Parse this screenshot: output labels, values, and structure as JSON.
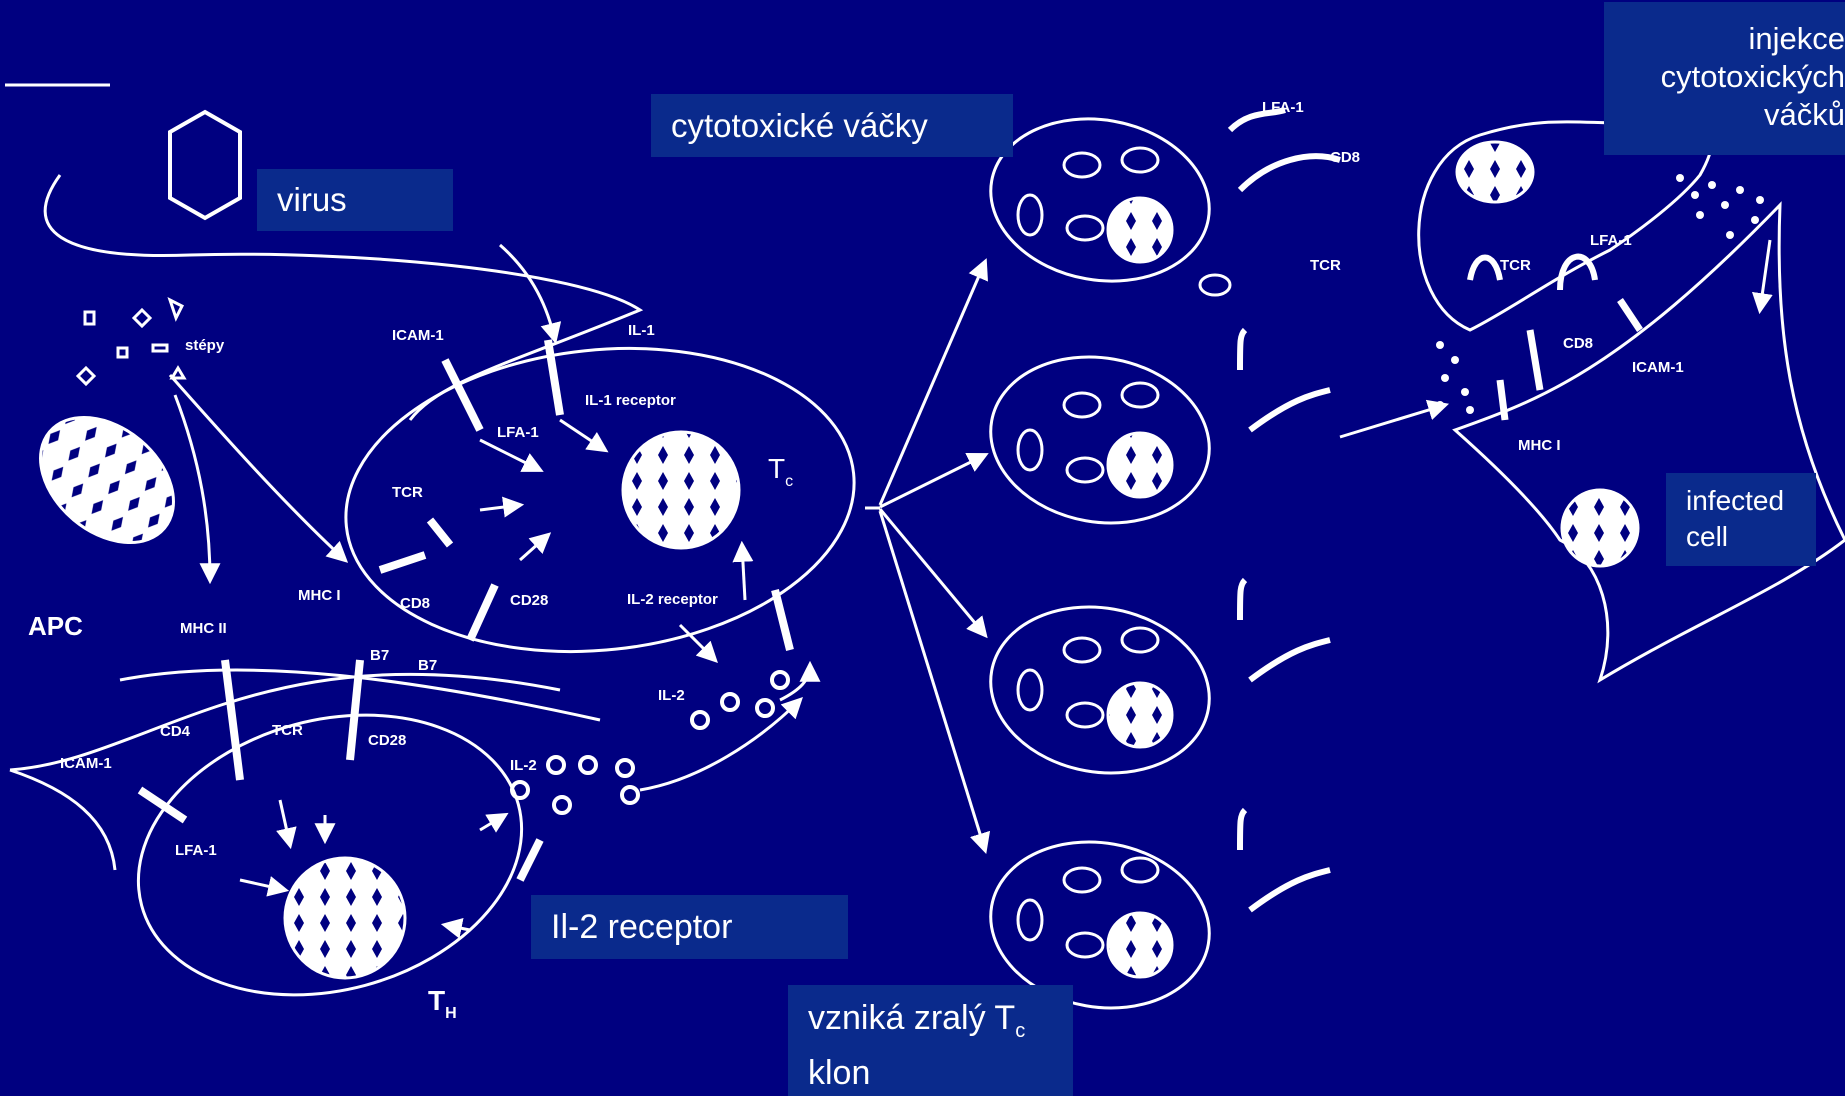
{
  "labels": {
    "stepy": "stépy",
    "icam1": "ICAM-1",
    "il1": "IL-1",
    "il1_receptor": "IL-1 receptor",
    "lfa1": "LFA-1",
    "tcr": "TCR",
    "mhc1": "MHC I",
    "mhc2": "MHC II",
    "cd8": "CD8",
    "cd28": "CD28",
    "cd4": "CD4",
    "b7": "B7",
    "il2_receptor": "IL-2 receptor",
    "il2": "IL-2",
    "apc": "APC",
    "tc": "T",
    "tc_sub": "c",
    "th": "T",
    "th_sub": "H"
  },
  "boxes": {
    "virus": "virus",
    "vesicles": "cytotoxické váčky",
    "injection_line1": "injekce",
    "injection_line2": "cytotoxických",
    "injection_line3": "váčků",
    "infected_line1": "infected",
    "infected_line2": "cell",
    "il2_receptor": "Il-2 receptor",
    "clone_line1": "vzniká zralý T",
    "clone_sub": "c",
    "clone_line2": "klon"
  },
  "colors": {
    "background": "#000080",
    "box": "#0a2a8c",
    "line": "#ffffff"
  }
}
